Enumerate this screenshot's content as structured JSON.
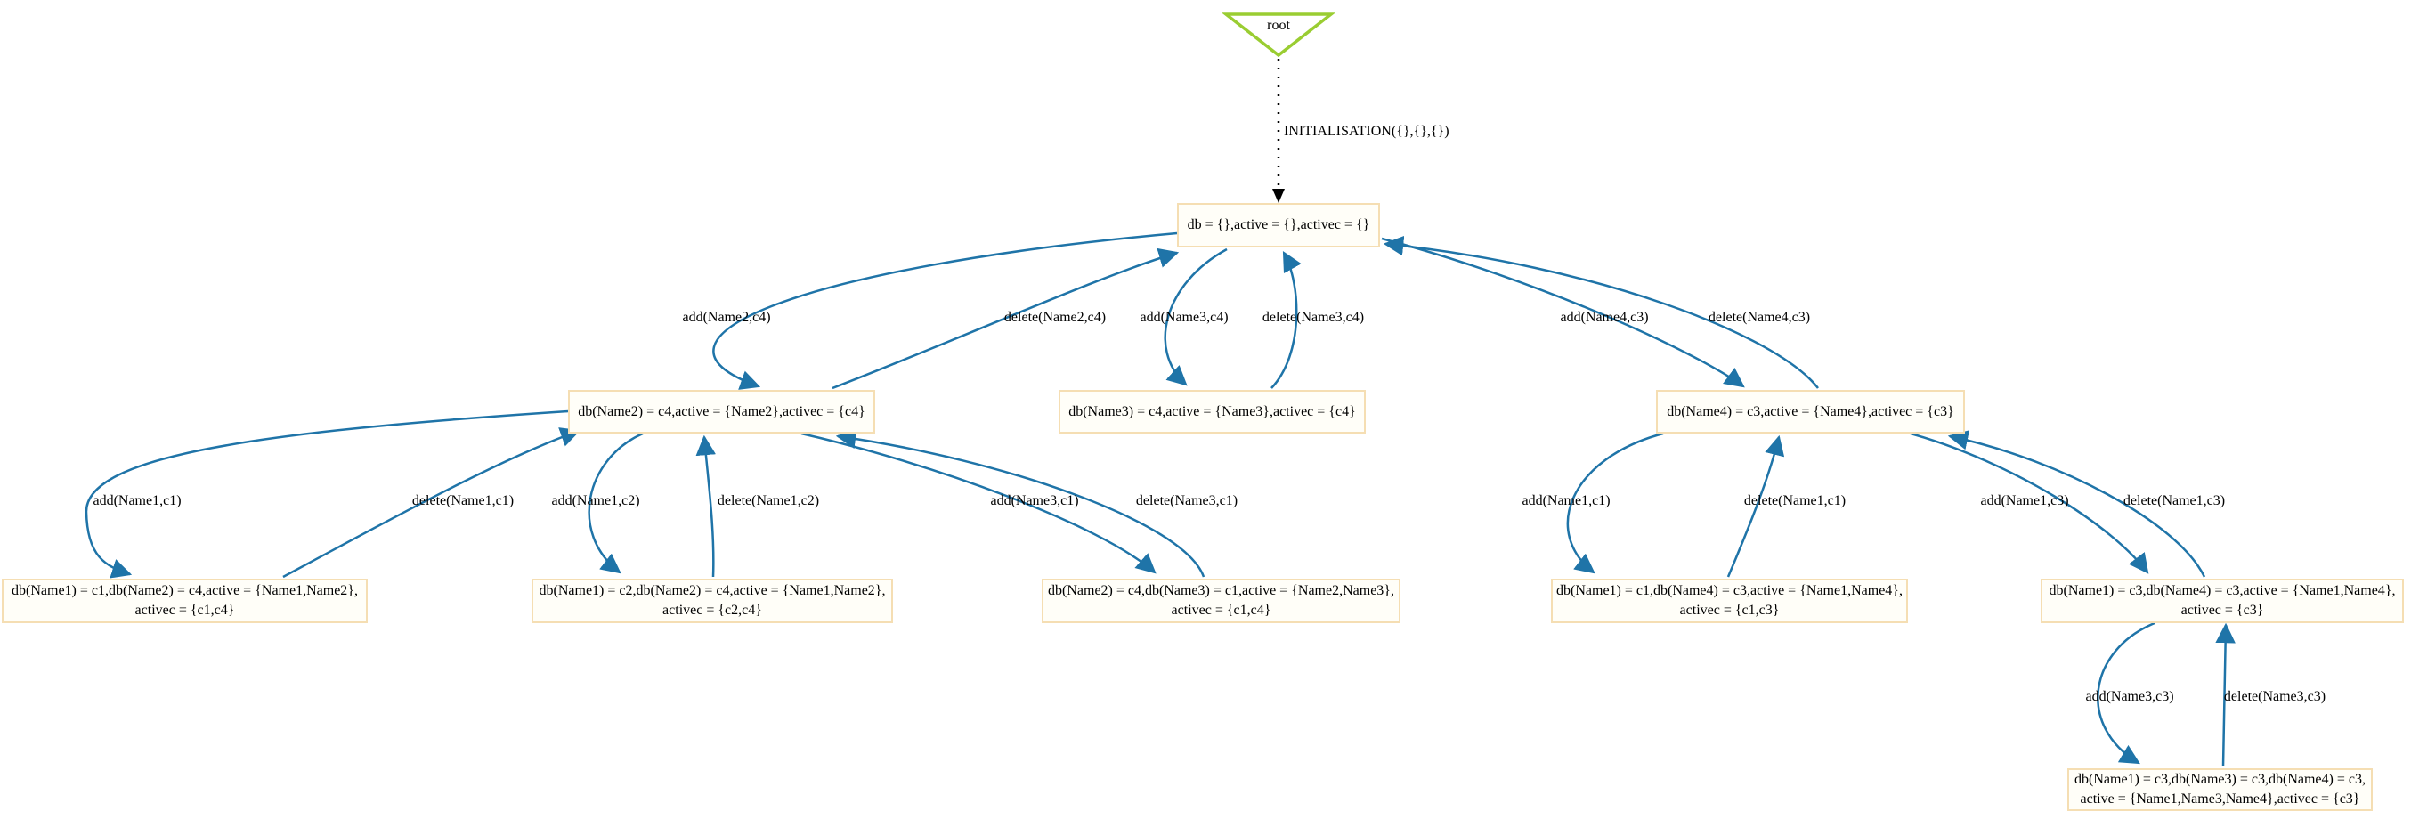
{
  "diagram": {
    "root_label": "root",
    "nodes": [
      {
        "id": "s0",
        "lines": [
          "db = {},active = {},activec = {}"
        ]
      },
      {
        "id": "s1",
        "lines": [
          "db(Name2) = c4,active = {Name2},activec = {c4}"
        ]
      },
      {
        "id": "s2",
        "lines": [
          "db(Name3) = c4,active = {Name3},activec = {c4}"
        ]
      },
      {
        "id": "s3",
        "lines": [
          "db(Name4) = c3,active = {Name4},activec = {c3}"
        ]
      },
      {
        "id": "s4",
        "lines": [
          "db(Name1) = c1,db(Name2) = c4,active = {Name1,Name2},",
          "activec = {c1,c4}"
        ]
      },
      {
        "id": "s5",
        "lines": [
          "db(Name1) = c2,db(Name2) = c4,active = {Name1,Name2},",
          "activec = {c2,c4}"
        ]
      },
      {
        "id": "s6",
        "lines": [
          "db(Name2) = c4,db(Name3) = c1,active = {Name2,Name3},",
          "activec = {c1,c4}"
        ]
      },
      {
        "id": "s7",
        "lines": [
          "db(Name1) = c1,db(Name4) = c3,active = {Name1,Name4},",
          "activec = {c1,c3}"
        ]
      },
      {
        "id": "s8",
        "lines": [
          "db(Name1) = c3,db(Name4) = c3,active = {Name1,Name4},",
          "activec = {c3}"
        ]
      },
      {
        "id": "s9",
        "lines": [
          "db(Name1) = c3,db(Name3) = c3,db(Name4) = c3,",
          "active = {Name1,Name3,Name4},activec = {c3}"
        ]
      }
    ],
    "edge_labels": [
      {
        "text": "INITIALISATION({},{},{})"
      },
      {
        "text": "add(Name2,c4)"
      },
      {
        "text": "delete(Name2,c4)"
      },
      {
        "text": "add(Name3,c4)"
      },
      {
        "text": "delete(Name3,c4)"
      },
      {
        "text": "add(Name4,c3)"
      },
      {
        "text": "delete(Name4,c3)"
      },
      {
        "text": "add(Name1,c1)"
      },
      {
        "text": "delete(Name1,c1)"
      },
      {
        "text": "add(Name1,c2)"
      },
      {
        "text": "delete(Name1,c2)"
      },
      {
        "text": "add(Name3,c1)"
      },
      {
        "text": "delete(Name3,c1)"
      },
      {
        "text": "add(Name1,c1)"
      },
      {
        "text": "delete(Name1,c1)"
      },
      {
        "text": "add(Name1,c3)"
      },
      {
        "text": "delete(Name1,c3)"
      },
      {
        "text": "add(Name3,c3)"
      },
      {
        "text": "delete(Name3,c3)"
      }
    ],
    "colors": {
      "edge": "#1f74a8",
      "node_border": "#f5deb3",
      "node_fill": "#fffef8",
      "root_stroke": "#9acd32",
      "init_edge": "#000000"
    }
  }
}
